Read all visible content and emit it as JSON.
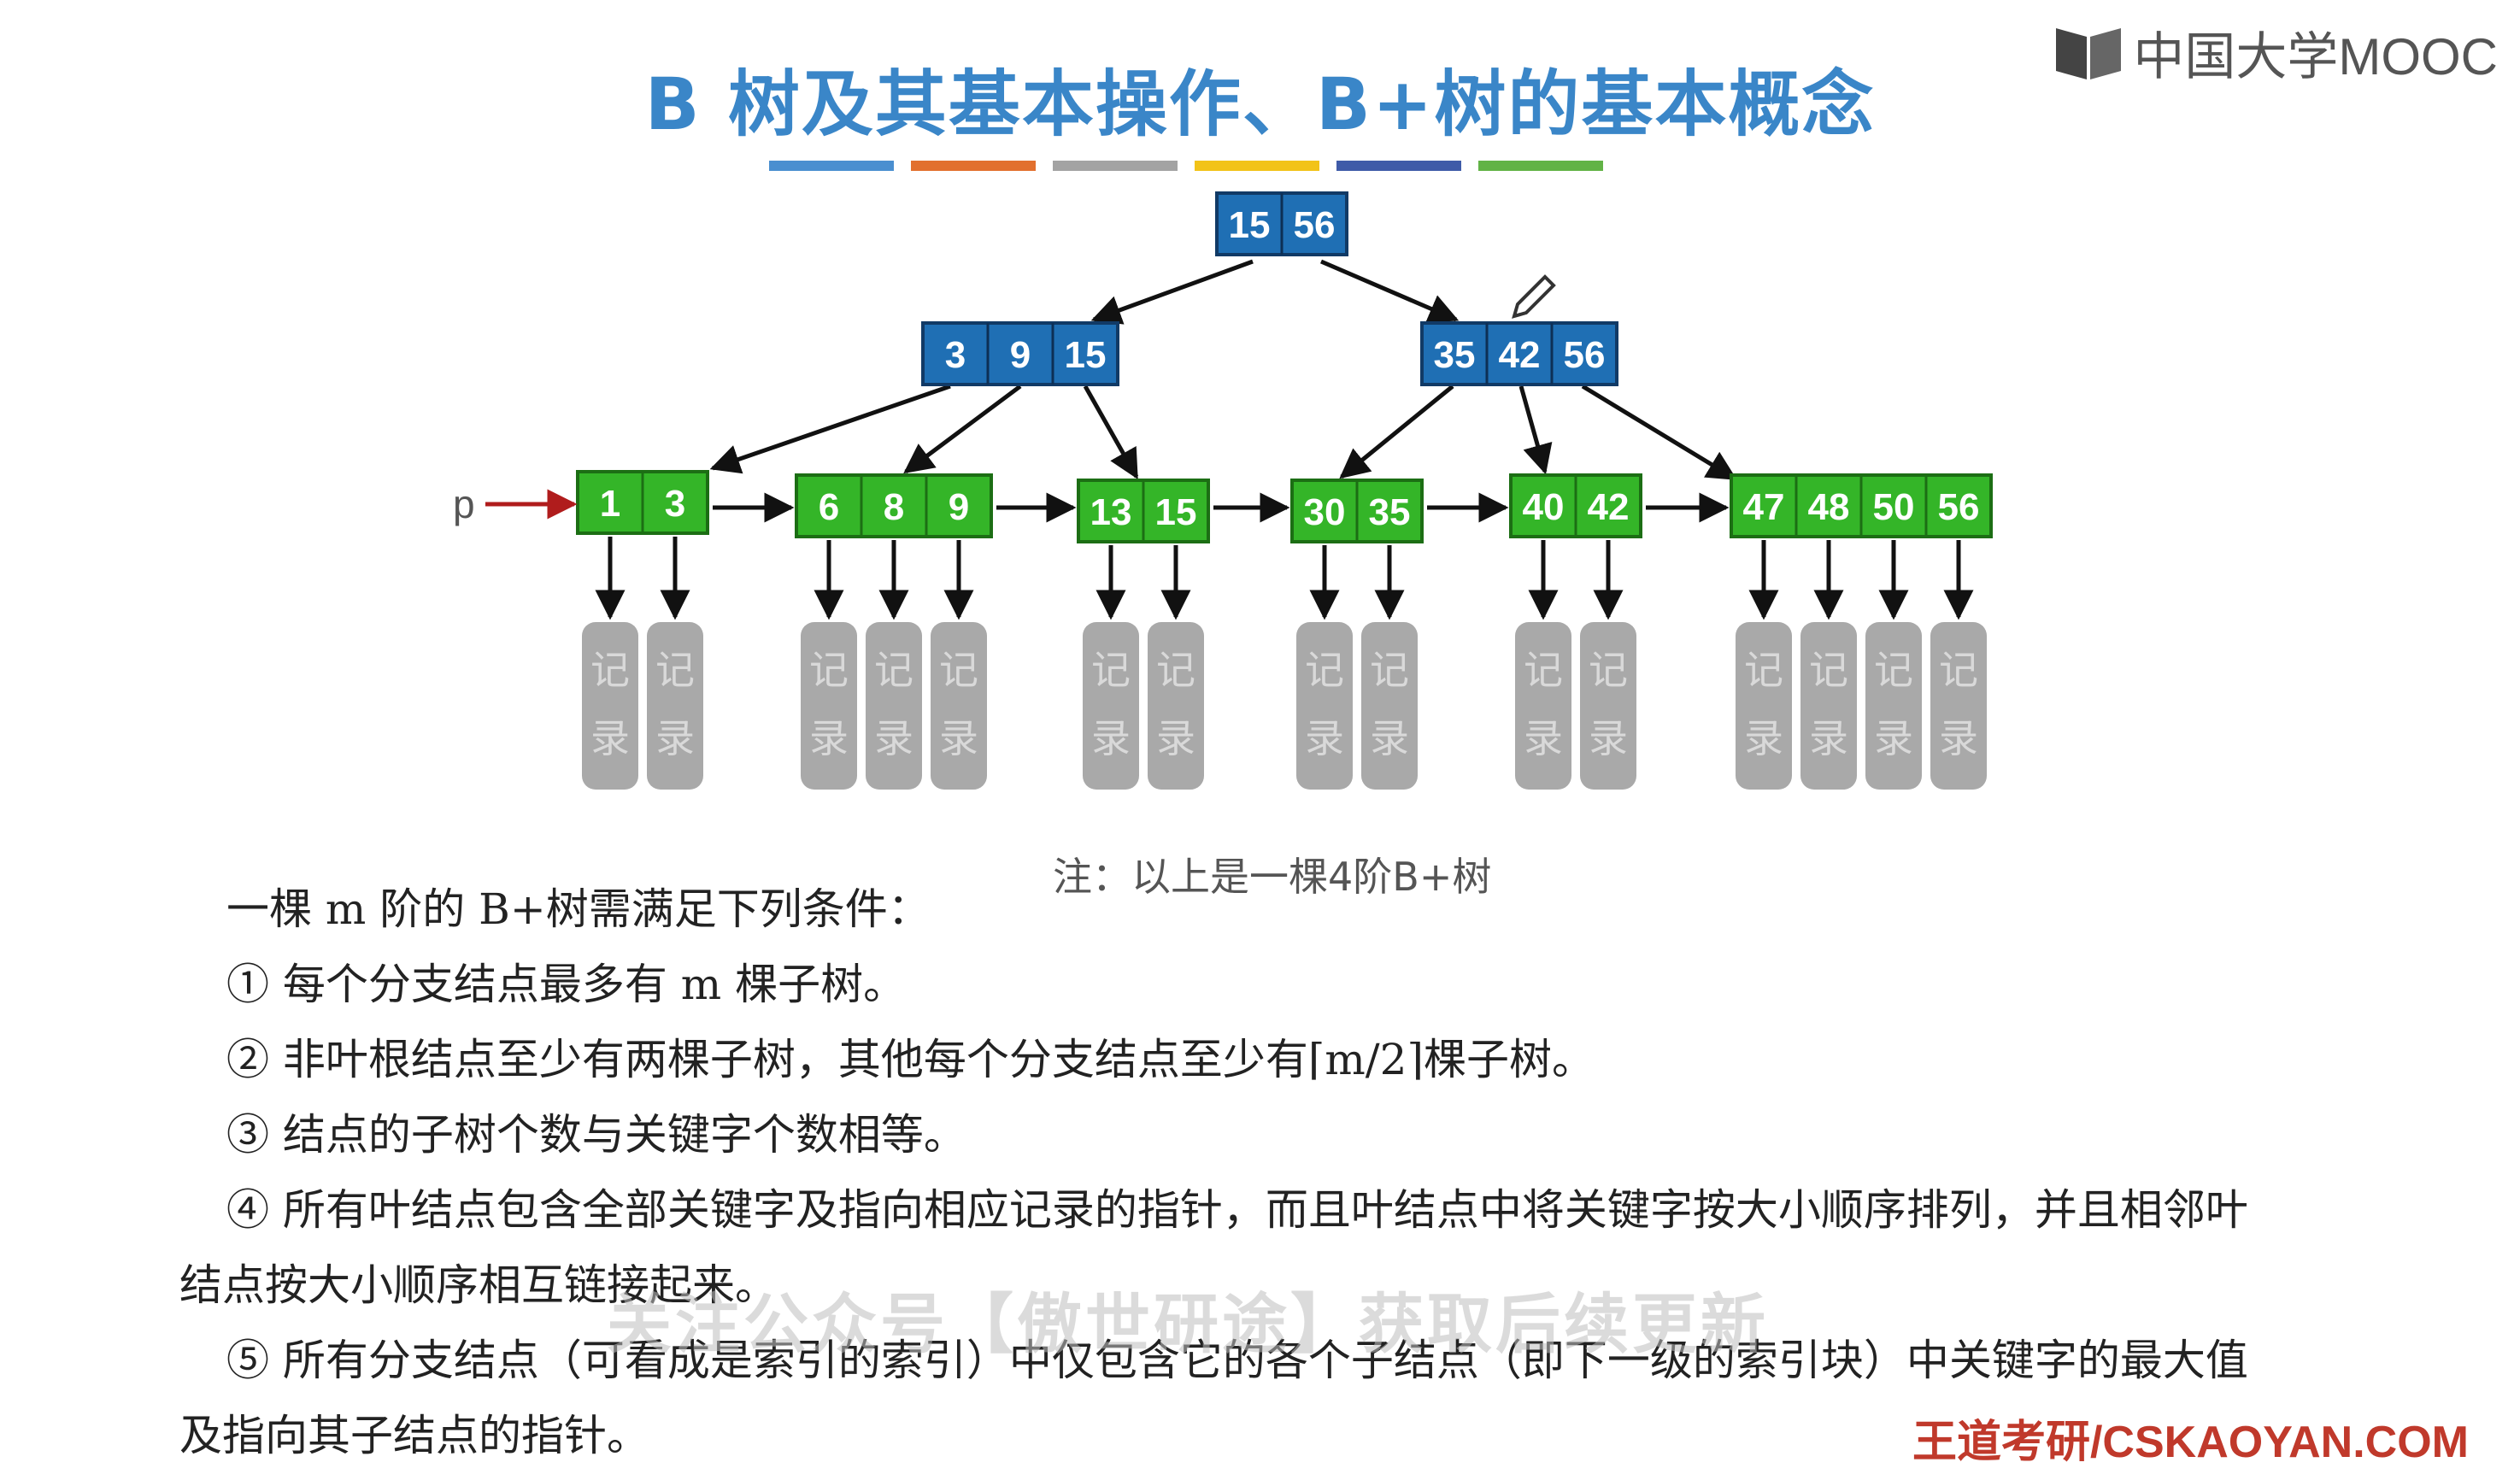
{
  "title": "B 树及其基本操作、B+树的基本概念",
  "color_bars": [
    "#4a8fd0",
    "#e2702e",
    "#a3a3a3",
    "#f2c318",
    "#3f5ba8",
    "#62b346"
  ],
  "logo": {
    "text": "中国大学MOOC"
  },
  "diagram": {
    "root": {
      "keys": [
        "15",
        "56"
      ],
      "color": "#1f6fb4"
    },
    "internal": [
      {
        "keys": [
          "3",
          "9",
          "15"
        ],
        "color": "#1f6fb4"
      },
      {
        "keys": [
          "35",
          "42",
          "56"
        ],
        "color": "#1f6fb4"
      }
    ],
    "leaves": [
      {
        "keys": [
          "1",
          "3"
        ]
      },
      {
        "keys": [
          "6",
          "8",
          "9"
        ]
      },
      {
        "keys": [
          "13",
          "15"
        ]
      },
      {
        "keys": [
          "30",
          "35"
        ]
      },
      {
        "keys": [
          "40",
          "42"
        ]
      },
      {
        "keys": [
          "47",
          "48",
          "50",
          "56"
        ]
      }
    ],
    "leaf_color": "#34b528",
    "record_label": [
      "记",
      "录"
    ],
    "pointer_label": "p"
  },
  "note": "注：以上是一棵4阶B+树",
  "conditions": {
    "intro": "一棵 m 阶的 B+树需满足下列条件：",
    "items": [
      "① 每个分支结点最多有 m 棵子树。",
      "② 非叶根结点至少有两棵子树，其他每个分支结点至少有⌈m/2⌉棵子树。",
      "③ 结点的子树个数与关键字个数相等。",
      "④ 所有叶结点包含全部关键字及指向相应记录的指针，而且叶结点中将关键字按大小顺序排列，并且相邻叶",
      "结点按大小顺序相互链接起来。",
      "⑤ 所有分支结点（可看成是索引的索引）中仅包含它的各个子结点（即下一级的索引块）中关键字的最大值",
      "及指向其子结点的指针。"
    ]
  },
  "watermark": "关注公众号【傲世研途】获取后续更新",
  "brand": "王道考研/CSKAOYAN.COM"
}
